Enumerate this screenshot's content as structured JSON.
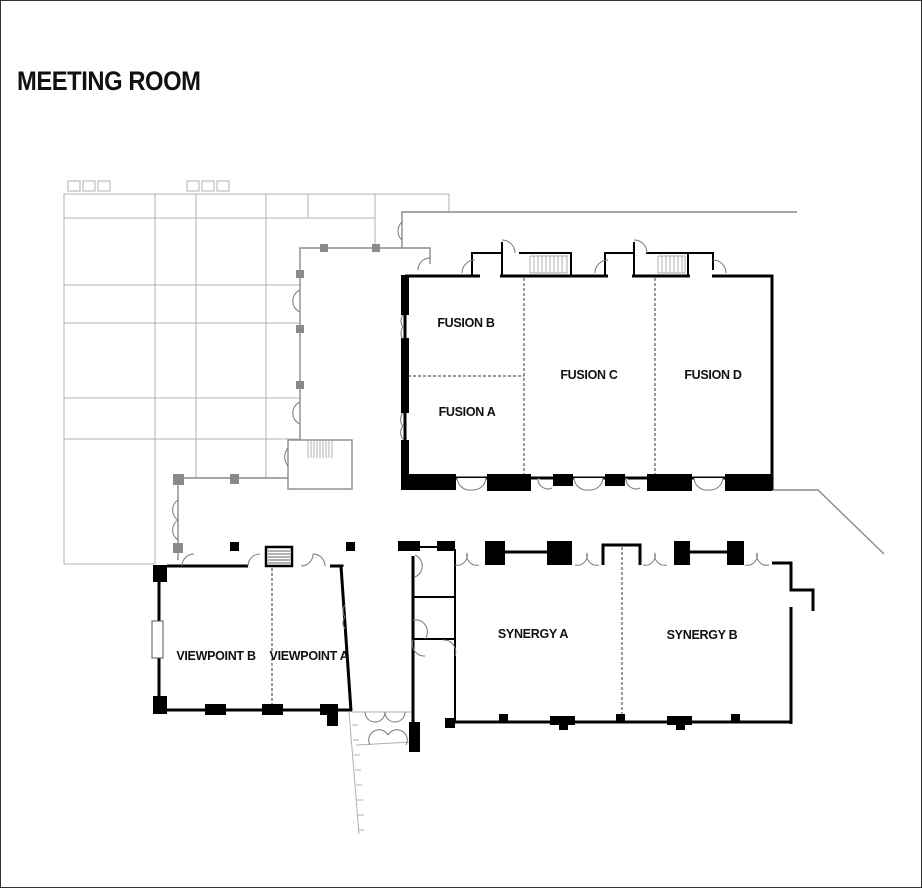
{
  "title": "MEETING ROOM",
  "rooms": [
    {
      "id": "fusion-b",
      "label": "FUSION B"
    },
    {
      "id": "fusion-a",
      "label": "FUSION A"
    },
    {
      "id": "fusion-c",
      "label": "FUSION C"
    },
    {
      "id": "fusion-d",
      "label": "FUSION D"
    },
    {
      "id": "viewpoint-b",
      "label": "VIEWPOINT B"
    },
    {
      "id": "viewpoint-a",
      "label": "VIEWPOINT A"
    },
    {
      "id": "synergy-a",
      "label": "SYNERGY A"
    },
    {
      "id": "synergy-b",
      "label": "SYNERGY B"
    }
  ],
  "colors": {
    "wall": "#000000",
    "existing_structure": "#8a8a8a",
    "background": "#ffffff",
    "text": "#111111"
  }
}
